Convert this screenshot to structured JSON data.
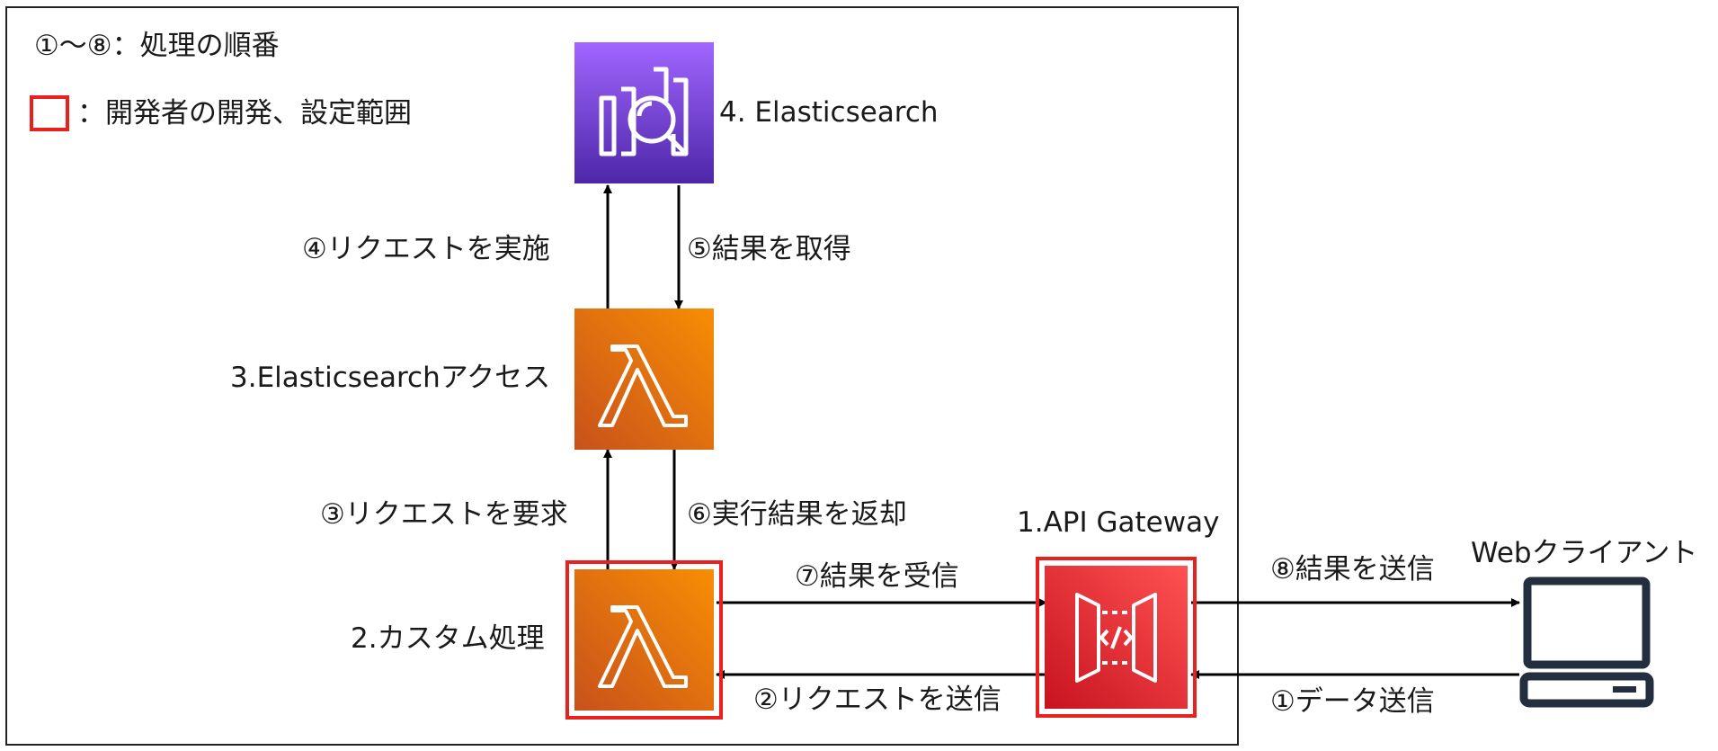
{
  "legend": {
    "order_text": "①～⑧：処理の順番",
    "scope_text": "：開発者の開発、設定範囲",
    "scope_color": "#e8201e"
  },
  "nodes": {
    "elasticsearch": {
      "label": "4. Elasticsearch",
      "color_top": "#a166ff",
      "color_bottom": "#4d27a8"
    },
    "lambda_es_access": {
      "label": "3.Elasticsearchアクセス",
      "color_top": "#f78e04",
      "color_bottom": "#c8511b"
    },
    "lambda_custom": {
      "label": "2.カスタム処理",
      "color_top": "#f78e04",
      "color_bottom": "#c8511b"
    },
    "api_gateway": {
      "label": "1.API Gateway",
      "color_top": "#ff5252",
      "color_bottom": "#c7131f"
    },
    "web_client": {
      "label": "Webクライアント",
      "color": "#232f3e"
    }
  },
  "edges": {
    "step1": "①データ送信",
    "step2": "②リクエストを送信",
    "step3": "③リクエストを要求",
    "step4": "④リクエストを実施",
    "step5": "⑤結果を取得",
    "step6": "⑥実行結果を返却",
    "step7": "⑦結果を受信",
    "step8": "⑧結果を送信"
  }
}
